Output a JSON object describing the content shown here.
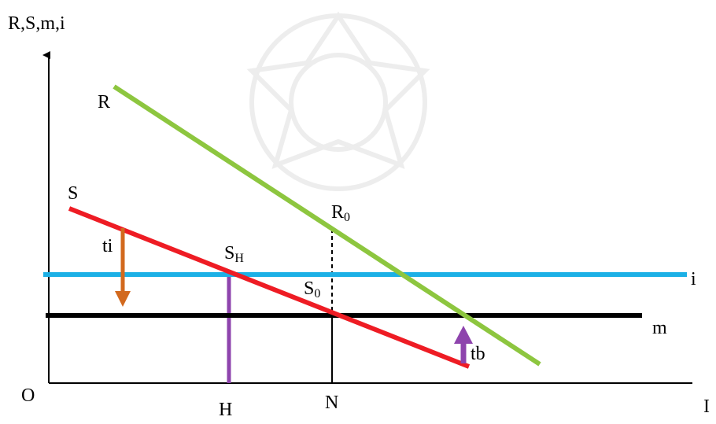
{
  "axes": {
    "y_label": "R,S,m,i",
    "x_label": "I",
    "origin_label": "O"
  },
  "lines": {
    "R": {
      "label": "R",
      "color": "#8dc63f"
    },
    "S": {
      "label": "S",
      "color": "#ee1c24"
    },
    "i": {
      "label": "i",
      "color": "#1cb0e6"
    },
    "m": {
      "label": "m",
      "color": "#000000"
    }
  },
  "points": {
    "R0": {
      "base": "R",
      "sub": "0"
    },
    "S0": {
      "base": "S",
      "sub": "0"
    },
    "SH": {
      "base": "S",
      "sub": "H"
    }
  },
  "ticks": {
    "H": "H",
    "N": "N"
  },
  "arrows": {
    "ti": {
      "label": "ti",
      "color": "#d2691e"
    },
    "tb": {
      "label": "tb",
      "color": "#8e44ad"
    }
  },
  "guides": {
    "H_color": "#8e44ad",
    "N_color": "#000000"
  }
}
